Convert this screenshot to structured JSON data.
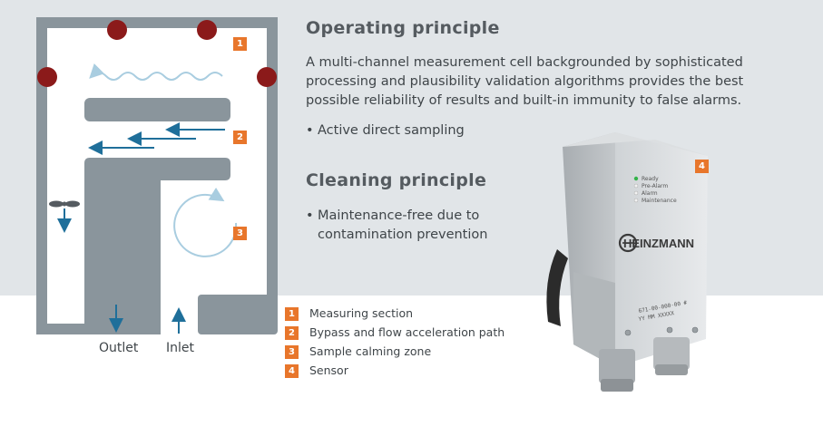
{
  "operating": {
    "heading": "Operating principle",
    "description": "A multi-channel measurement cell backgrounded by sophisticated processing and plausibility validation algorithms provides the best possible reliability of results and built-in immunity to false alarms.",
    "bullets": [
      "Active direct sampling"
    ]
  },
  "cleaning": {
    "heading": "Cleaning principle",
    "bullets": [
      "Maintenance-free due to contamination prevention"
    ]
  },
  "diagram": {
    "badges": [
      "1",
      "2",
      "3"
    ],
    "outlet_label": "Outlet",
    "inlet_label": "Inlet"
  },
  "legend": [
    {
      "num": "1",
      "label": "Measuring section"
    },
    {
      "num": "2",
      "label": "Bypass and flow acceleration path"
    },
    {
      "num": "3",
      "label": "Sample calming zone"
    },
    {
      "num": "4",
      "label": "Sensor"
    }
  ],
  "sensor": {
    "badge": "4",
    "brand": "HEINZMANN",
    "status_labels": [
      "Ready",
      "Pre-Alarm",
      "Alarm",
      "Maintenance"
    ],
    "label_lines": [
      "671-00-000-00 #",
      "YY MM XXXXX"
    ]
  },
  "colors": {
    "accent": "#e8762b",
    "chamber_gray": "#8a959c",
    "arrow_blue": "#1f6f9a",
    "heater_red": "#8b1a1a",
    "background_band": "#e1e5e8"
  }
}
